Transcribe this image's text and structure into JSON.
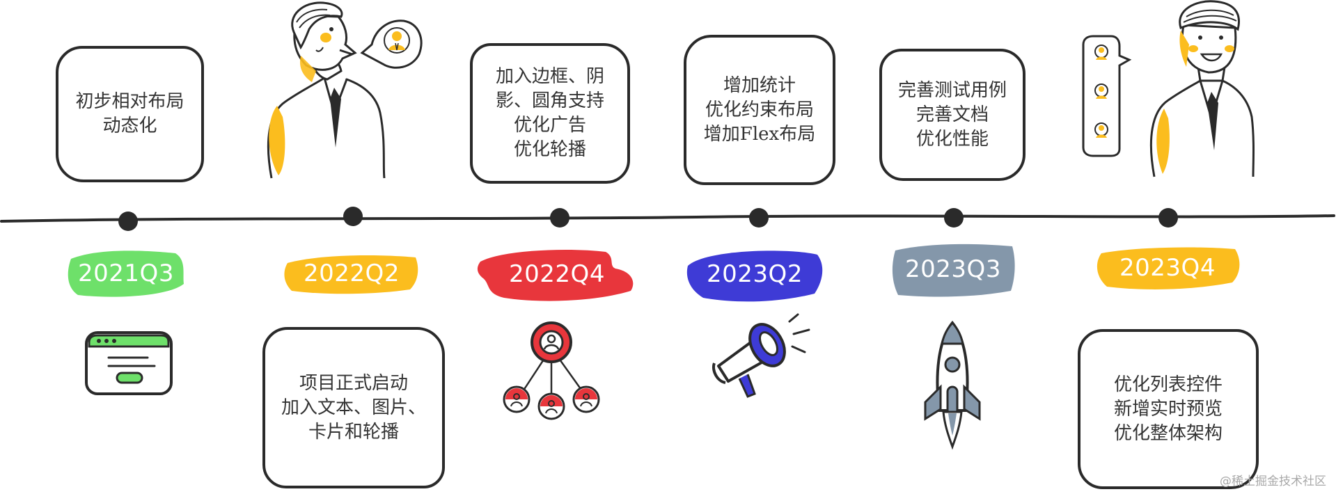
{
  "milestones": [
    {
      "period": "2021Q3",
      "color": "#6ee06a",
      "lines": [
        "初步相对布局",
        "动态化"
      ]
    },
    {
      "period": "2022Q2",
      "color": "#fbbd1e",
      "lines": [
        "项目正式启动",
        "加入文本、图片、",
        "卡片和轮播"
      ]
    },
    {
      "period": "2022Q4",
      "color": "#e8363c",
      "lines": [
        "加入边框、阴",
        "影、圆角支持",
        "优化广告",
        "优化轮播"
      ]
    },
    {
      "period": "2023Q2",
      "color": "#3e3bd6",
      "lines": [
        "增加统计",
        "优化约束布局",
        "增加Flex布局"
      ]
    },
    {
      "period": "2023Q3",
      "color": "#8497aa",
      "lines": [
        "完善测试用例",
        "完善文档",
        "优化性能"
      ]
    },
    {
      "period": "2023Q4",
      "color": "#fbbd1e",
      "lines": [
        "优化列表控件",
        "新增实时预览",
        "优化整体架构"
      ]
    }
  ],
  "watermark": "@稀土掘金技术社区"
}
